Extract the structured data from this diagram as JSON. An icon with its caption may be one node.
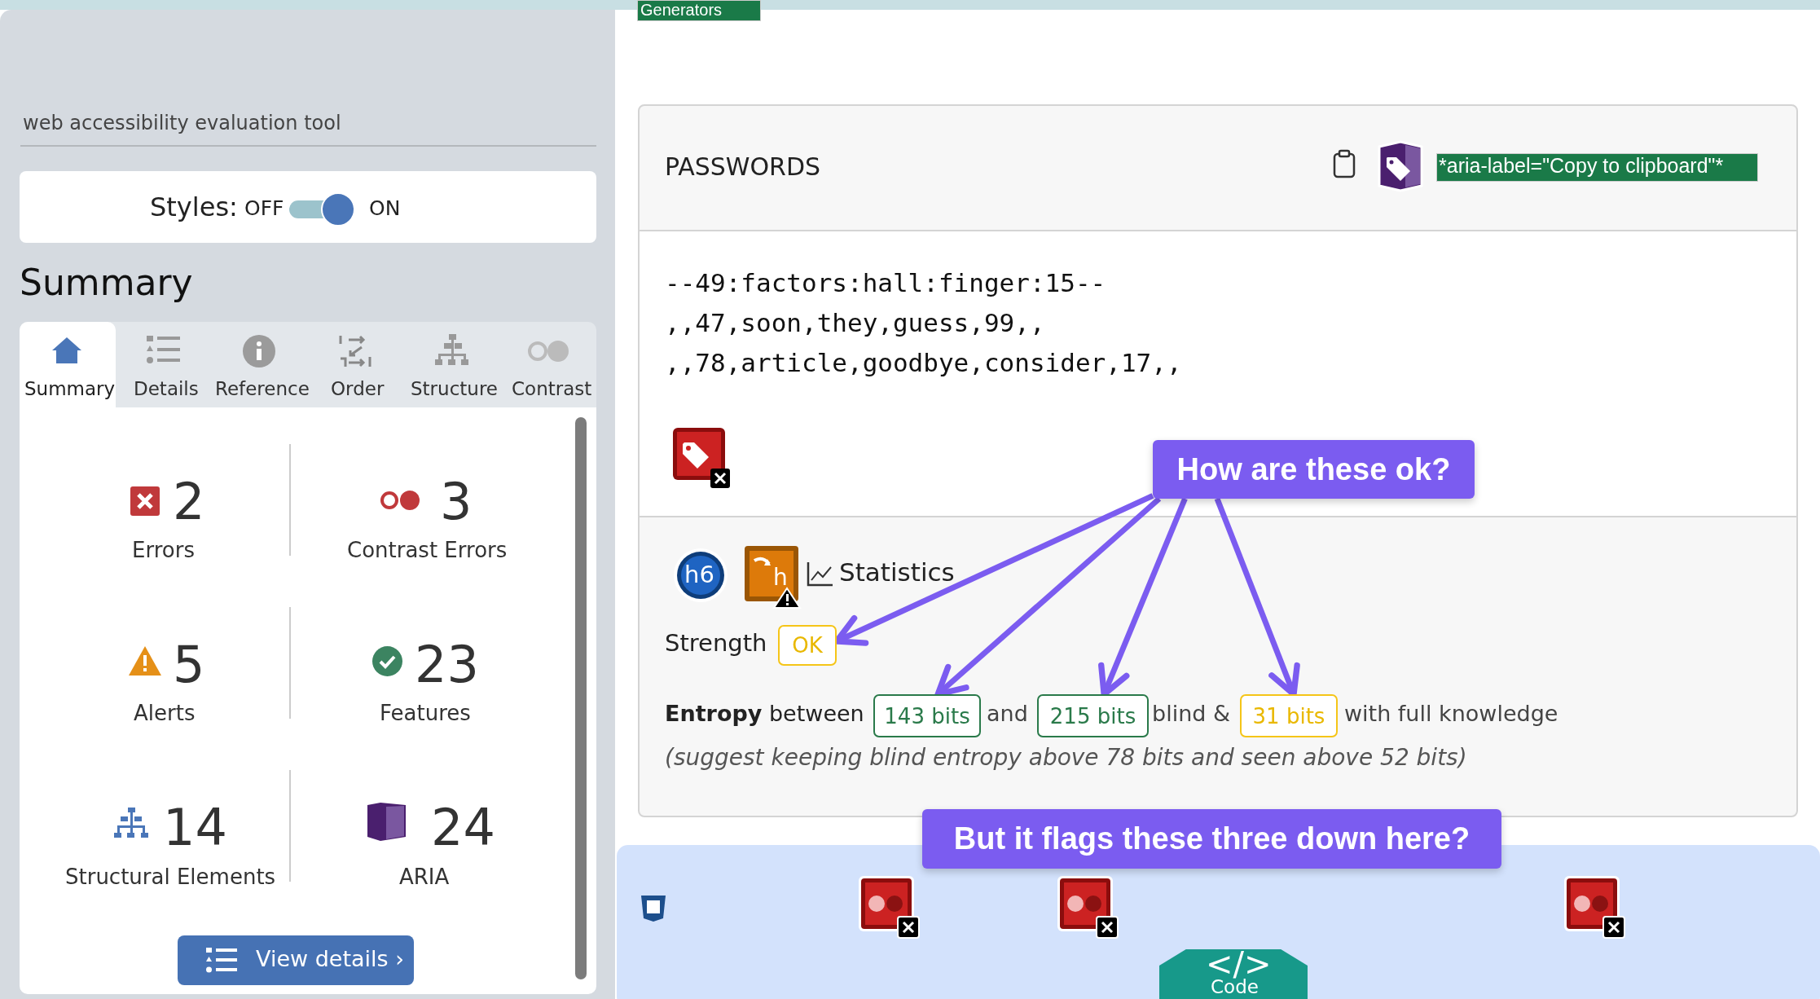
{
  "diagram": {
    "nodes": [
      {
        "text": [
          "How are these ok?"
        ]
      },
      {
        "text": [
          "OK"
        ]
      },
      {
        "text": [
          "143 bits"
        ]
      },
      {
        "text": [
          "215 bits"
        ]
      },
      {
        "text": [
          "31 bits"
        ]
      },
      {
        "text": [
          "But it flags these three down here?"
        ]
      }
    ],
    "edges": [
      {
        "from": 0,
        "to": 1,
        "arrow": "to"
      },
      {
        "from": 0,
        "to": 2,
        "arrow": "to"
      },
      {
        "from": 0,
        "to": 3,
        "arrow": "to"
      },
      {
        "from": 0,
        "to": 4,
        "arrow": "to"
      }
    ],
    "labels": [
      "web accessibility evaluation tool",
      "Styles:",
      "OFF",
      "ON",
      "Summary",
      "Summary",
      "Details",
      "Reference",
      "Order",
      "Structure",
      "Contrast",
      "2",
      "Errors",
      "3",
      "Contrast Errors",
      "5",
      "Alerts",
      "23",
      "Features",
      "14",
      "Structural Elements",
      "24",
      "ARIA",
      "View details ›",
      "Generators",
      "PASSWORDS",
      "*aria-label=\"Copy to clipboard\"*",
      "--49:factors:hall:finger:15--",
      ",,47,soon,they,guess,99,,",
      ",,78,article,goodbye,consider,17,,",
      "h6",
      "h",
      "Statistics",
      "Strength",
      "**Entropy** between",
      "and",
      "blind &",
      "with full knowledge",
      "(suggest keeping blind entropy above 78 bits and seen above 52 bits)",
      "</>",
      "Code"
    ]
  }
}
